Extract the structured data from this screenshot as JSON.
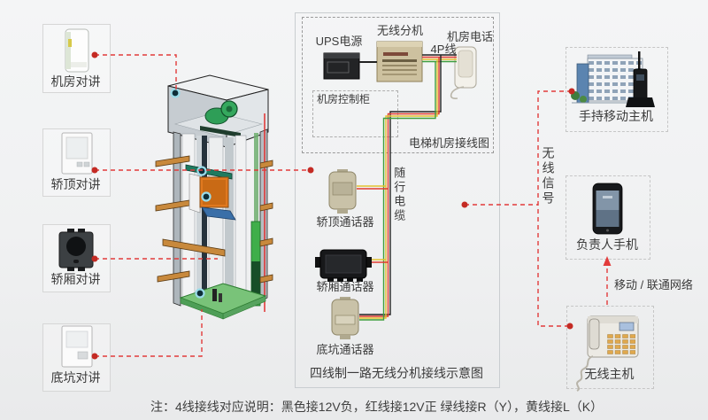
{
  "colors": {
    "accent_red": "#e23b3b",
    "red_dot": "#c42b24",
    "cyan_dot": "#9adbe8",
    "wire_black": "#222222",
    "wire_red": "#e03a2f",
    "wire_yellow": "#e3c22f",
    "wire_green": "#3f9e3f",
    "wood": "#c8893c",
    "pit_green": "#79c379"
  },
  "left": {
    "items": [
      {
        "label": "机房对讲",
        "icon": "machine-room-intercom-icon"
      },
      {
        "label": "轿顶对讲",
        "icon": "car-top-intercom-icon"
      },
      {
        "label": "轿厢对讲",
        "icon": "car-intercom-icon"
      },
      {
        "label": "底坑对讲",
        "icon": "pit-intercom-icon"
      }
    ]
  },
  "center": {
    "ups": "UPS电源",
    "extension": "无线分机",
    "phone": "机房电话",
    "wire4p": "4P线",
    "cabinet": "机房控制柜",
    "room_caption": "电梯机房接线图",
    "cable": "随行电缆",
    "talkers": [
      {
        "label": "轿顶通话器",
        "icon": "car-top-talker-icon"
      },
      {
        "label": "轿厢通话器",
        "icon": "car-talker-icon"
      },
      {
        "label": "底坑通话器",
        "icon": "pit-talker-icon"
      }
    ],
    "caption": "四线制一路无线分机接线示意图"
  },
  "right": {
    "items": [
      {
        "label": "手持移动主机",
        "icon": "building-walkie-talkie-icon"
      },
      {
        "label": "负责人手机",
        "icon": "smartphone-icon"
      },
      {
        "label": "无线主机",
        "icon": "desk-phone-icon"
      }
    ]
  },
  "ann": {
    "signal": "无线信号",
    "network": "移动 / 联通网络"
  },
  "note": "注：4线接线对应说明：黑色接12V负，红线接12V正 绿线接R（Y），黄线接L（K）"
}
